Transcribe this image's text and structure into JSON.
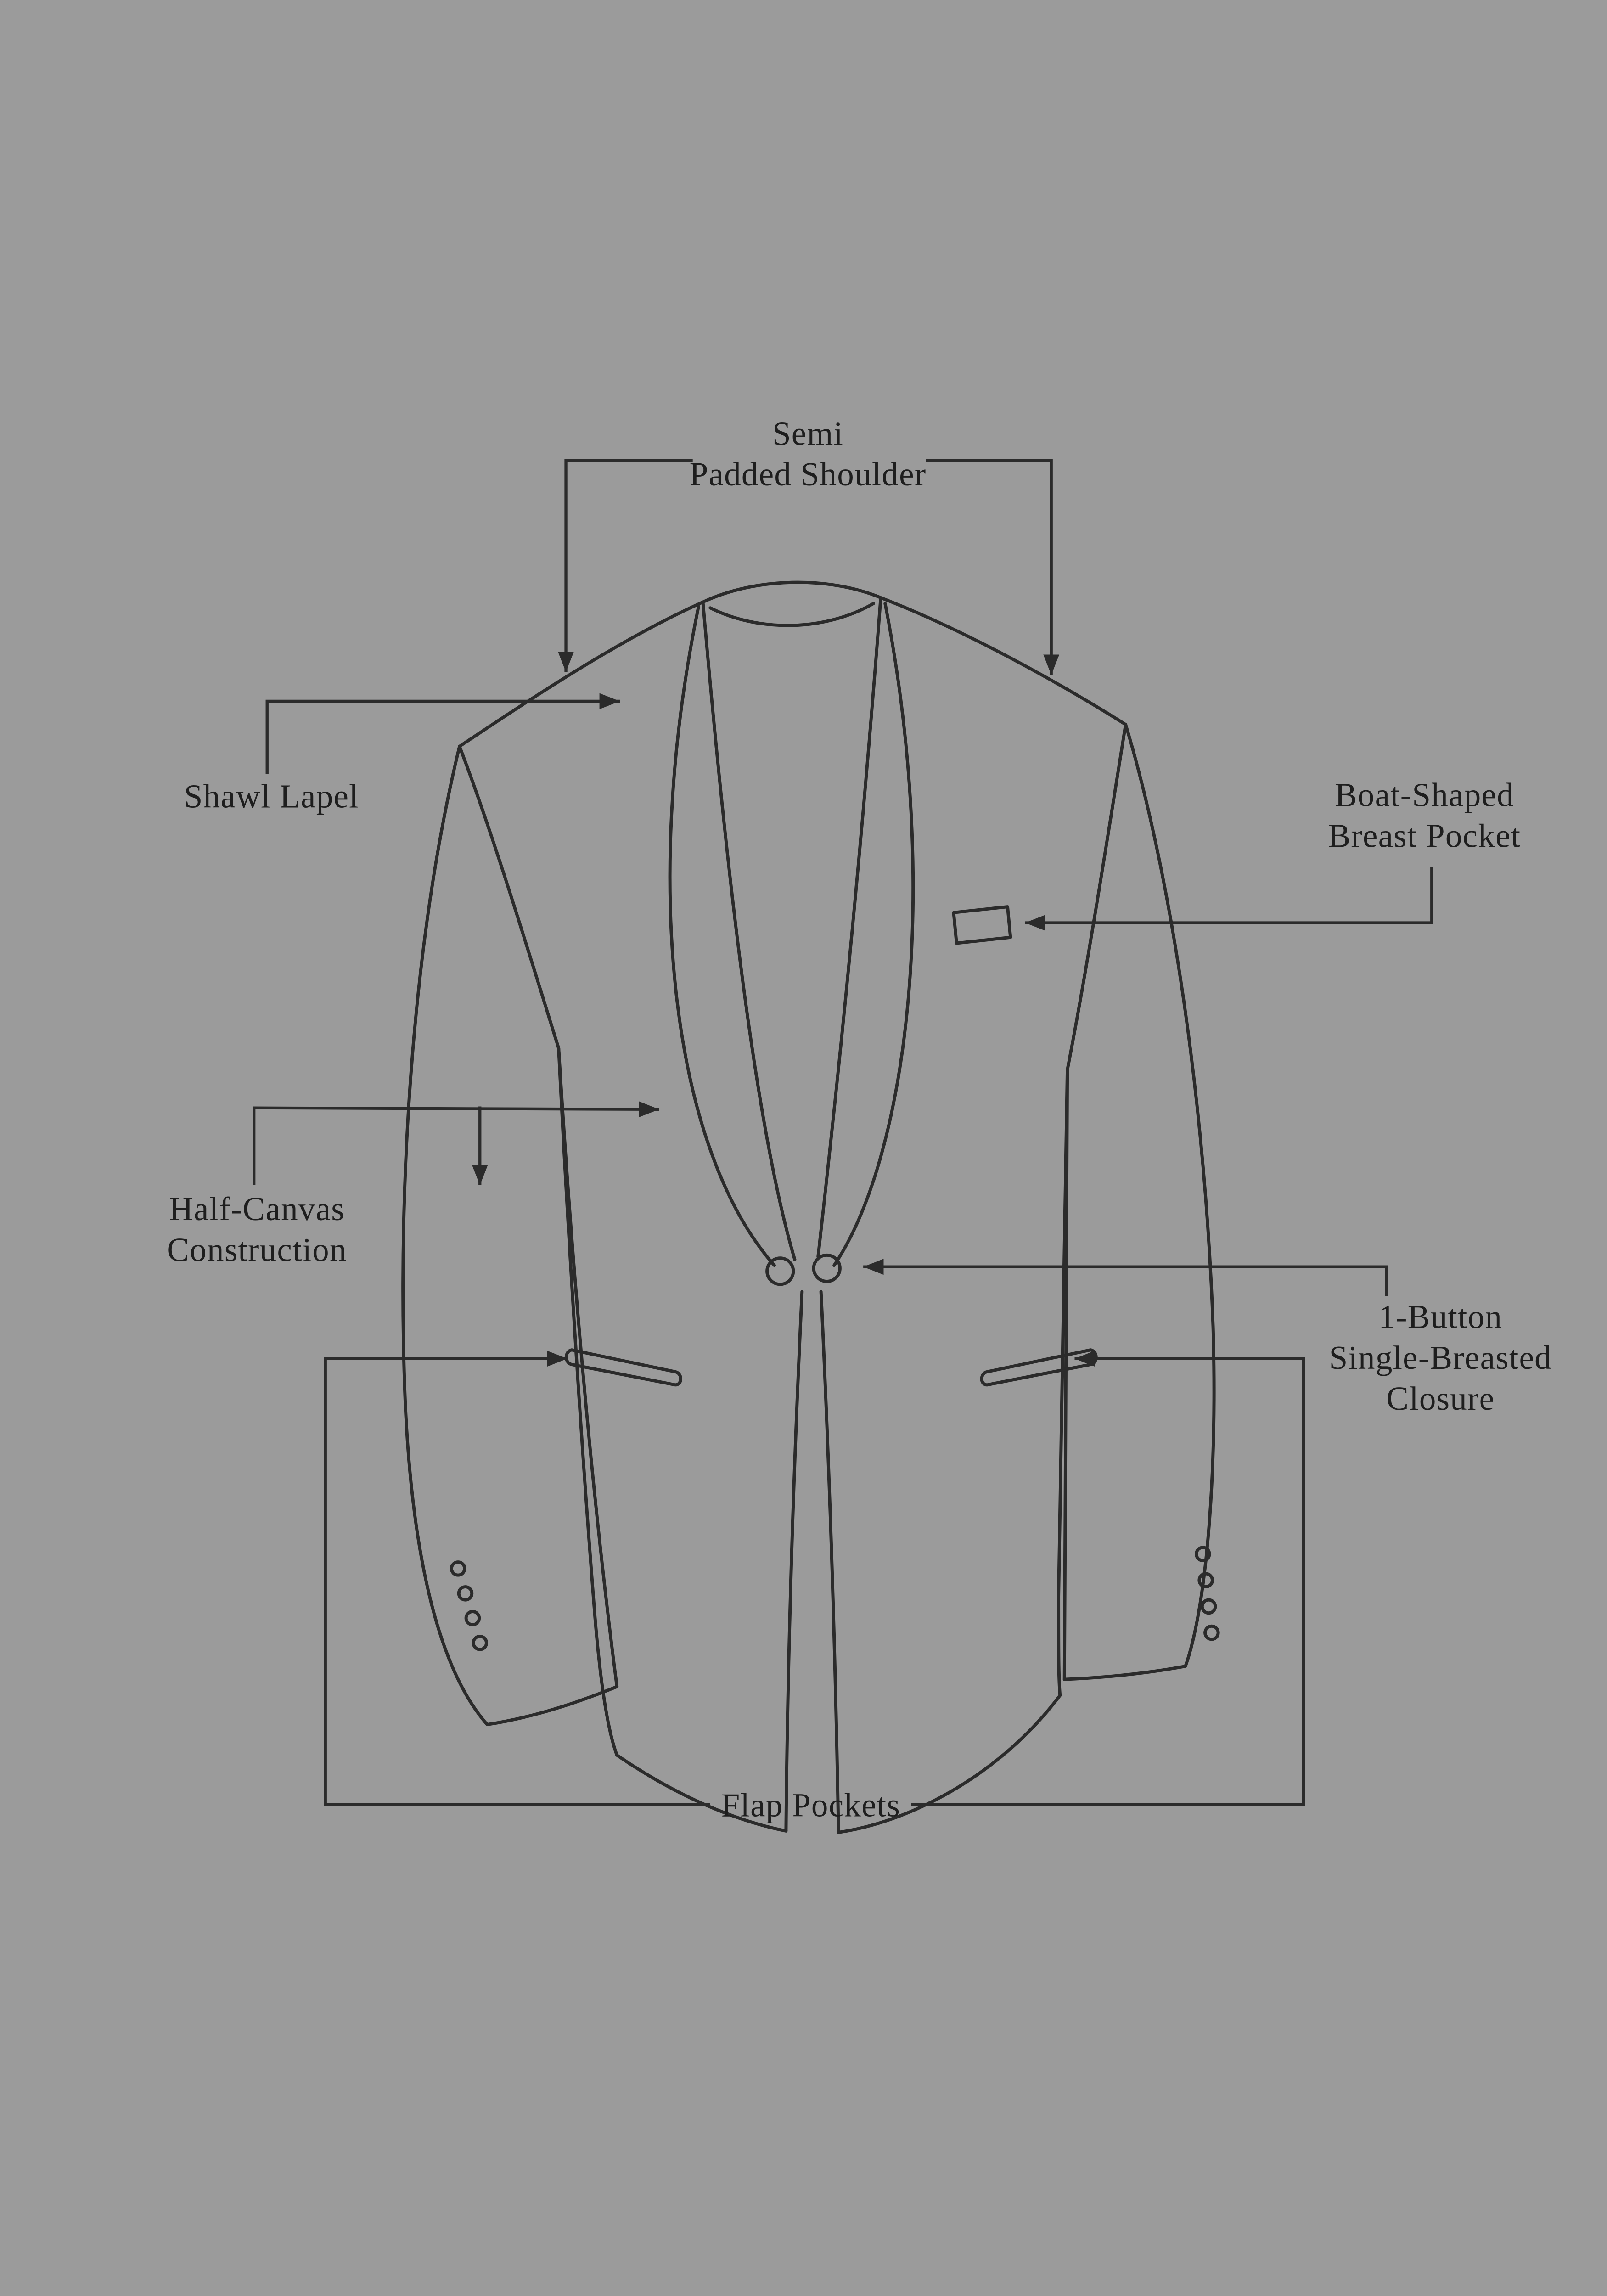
{
  "page": {
    "colors": {
      "background": "#9b9b9b",
      "line": "#2b2b2b",
      "text": "#1e1e1e"
    }
  },
  "diagram": {
    "subject": "tuxedo-jacket-feature-diagram",
    "labels": {
      "semi_padded_shoulder": {
        "lines": [
          "Semi",
          "Padded Shoulder"
        ]
      },
      "shawl_lapel": {
        "lines": [
          "Shawl Lapel"
        ]
      },
      "boat_shaped_breast_pocket": {
        "lines": [
          "Boat-Shaped",
          "Breast Pocket"
        ]
      },
      "half_canvas_construction": {
        "lines": [
          "Half-Canvas",
          "Construction"
        ]
      },
      "one_button_single_breasted_closure": {
        "lines": [
          "1-Button",
          "Single-Breasted",
          "Closure"
        ]
      },
      "flap_pockets": {
        "lines": [
          "Flap Pockets"
        ]
      }
    }
  }
}
